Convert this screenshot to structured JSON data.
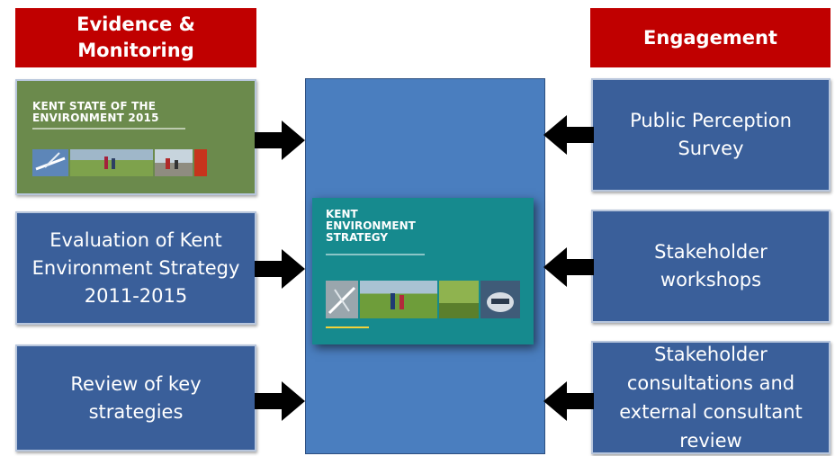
{
  "left": {
    "header": "Evidence & Monitoring",
    "cover_title": "KENT STATE OF THE ENVIRONMENT 2015",
    "box2": "Evaluation of Kent Environment Strategy 2011-2015",
    "box3": "Review of key strategies"
  },
  "right": {
    "header": "Engagement",
    "box1": "Public Perception Survey",
    "box2": "Stakeholder workshops",
    "box3": "Stakeholder consultations and external consultant review"
  },
  "center": {
    "cover_title_lines": [
      "KENT",
      "ENVIRONMENT",
      "STRATEGY"
    ]
  },
  "colors": {
    "header_red": "#c00000",
    "box_blue": "#3a5f9a",
    "center_blue": "#4a7ebf",
    "cover_green": "#6b8a4c",
    "cover_teal": "#168a8e",
    "arrow": "#000000"
  }
}
